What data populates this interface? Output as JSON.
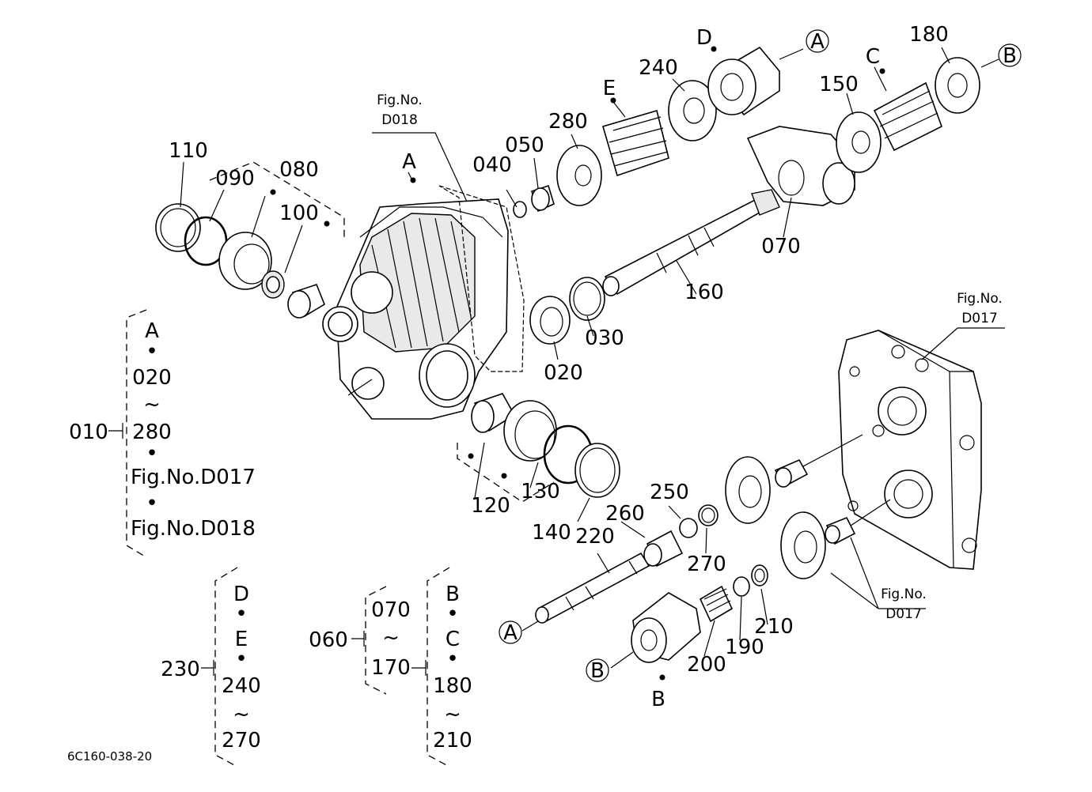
{
  "drawing_code": "6C160-038-20",
  "fig_refs": {
    "d018_top": {
      "line1": "Fig.No.",
      "line2": "D018"
    },
    "d017_right": {
      "line1": "Fig.No.",
      "line2": "D017"
    },
    "d017_bottom": {
      "line1": "Fig.No.",
      "line2": "D017"
    }
  },
  "letters": {
    "A": "A",
    "B": "B",
    "C": "C",
    "D": "D",
    "E": "E",
    "circA": "A",
    "circB": "B"
  },
  "part_numbers": {
    "p020": "020",
    "p030": "030",
    "p040": "040",
    "p050": "050",
    "p070": "070",
    "p080": "080",
    "p090": "090",
    "p100": "100",
    "p110": "110",
    "p120": "120",
    "p130": "130",
    "p140": "140",
    "p150": "150",
    "p160": "160",
    "p180": "180",
    "p190": "190",
    "p200": "200",
    "p210": "210",
    "p220": "220",
    "p240": "240",
    "p250": "250",
    "p260": "260",
    "p270": "270",
    "p280": "280"
  },
  "groups": {
    "g010": {
      "id": "010",
      "items": [
        "A",
        "•",
        "020",
        "~",
        "280",
        "•",
        "Fig.No.D017",
        "•",
        "Fig.No.D018"
      ]
    },
    "g230": {
      "id": "230",
      "items": [
        "D",
        "•",
        "E",
        "•",
        "240",
        "~",
        "270"
      ]
    },
    "g060": {
      "id": "060",
      "items": [
        "070",
        "~",
        "170"
      ]
    },
    "g170": {
      "items": [
        "B",
        "•",
        "C",
        "•",
        "180",
        "~",
        "210"
      ]
    }
  }
}
